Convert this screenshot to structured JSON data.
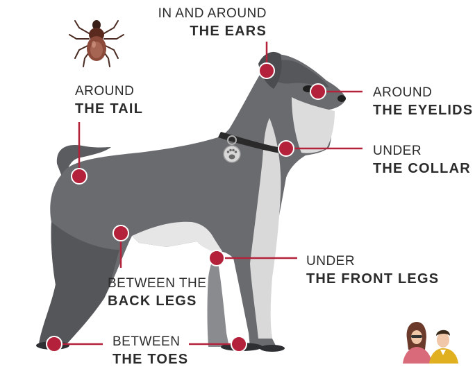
{
  "colors": {
    "marker": "#b3223a",
    "dog_dark": "#5b5c60",
    "dog_mid": "#7d7e82",
    "dog_light": "#e6e6e6",
    "collar": "#2a2a2a",
    "text": "#2b2b2b"
  },
  "labels": {
    "ears": {
      "line1": "IN AND AROUND",
      "line2": "THE EARS"
    },
    "tail": {
      "line1": "AROUND",
      "line2": "THE TAIL"
    },
    "eyelids": {
      "line1": "AROUND",
      "line2": "THE EYELIDS"
    },
    "collar": {
      "line1": "UNDER",
      "line2": "THE COLLAR"
    },
    "front_legs": {
      "line1": "UNDER",
      "line2": "THE FRONT LEGS"
    },
    "back_legs": {
      "line1": "BETWEEN THE",
      "line2": "BACK LEGS"
    },
    "toes": {
      "line1": "BETWEEN",
      "line2": "THE TOES"
    }
  },
  "icons": [
    "tick-icon",
    "paw-tag-icon",
    "people-logo-icon"
  ]
}
